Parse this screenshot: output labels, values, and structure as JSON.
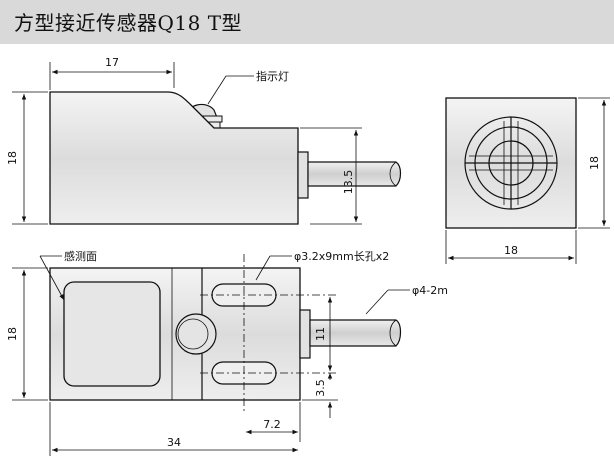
{
  "title": "方型接近传感器Q18 T型",
  "labels": {
    "indicator": "指示灯",
    "sensing_face": "感测面",
    "mount_hole": "φ3.2x9mm长孔x2",
    "cable": "φ4-2m"
  },
  "dims": {
    "top_width": "17",
    "side_height": "18",
    "cable_height": "13.5",
    "end_height": "18",
    "end_width": "18",
    "front_height": "18",
    "slot_spacing": "11",
    "slot_offset": "3.5",
    "slot_right": "7.2",
    "total_length": "34"
  }
}
